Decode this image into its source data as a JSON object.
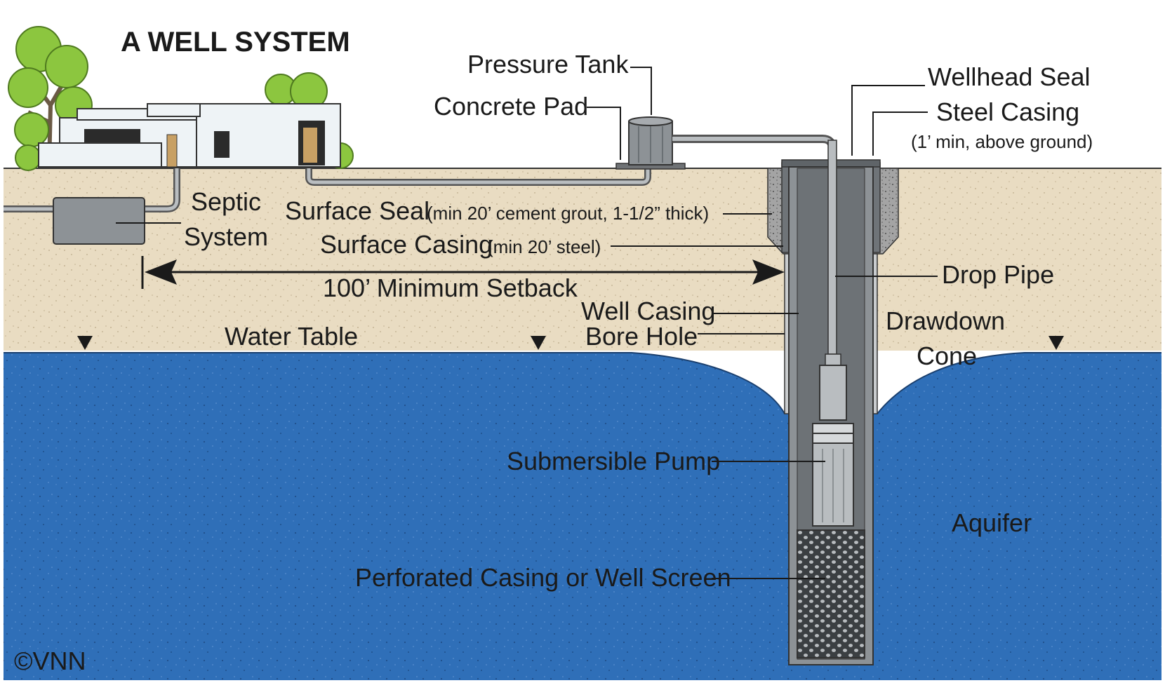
{
  "title": "A WELL SYSTEM",
  "labels": {
    "pressure_tank": "Pressure Tank",
    "concrete_pad": "Concrete Pad",
    "wellhead_seal": "Wellhead Seal",
    "steel_casing": "Steel Casing",
    "steel_casing_note": "(1’ min, above ground)",
    "septic_line1": "Septic",
    "septic_line2": "System",
    "surface_seal": "Surface Seal",
    "surface_seal_note": "(min 20’ cement grout, 1-1/2” thick)",
    "surface_casing": "Surface Casing",
    "surface_casing_note": "(min 20’ steel)",
    "setback": "100’ Minimum Setback",
    "drop_pipe": "Drop Pipe",
    "well_casing": "Well Casing",
    "bore_hole": "Bore Hole",
    "drawdown_line1": "Drawdown",
    "drawdown_line2": "Cone",
    "water_table": "Water Table",
    "submersible_pump": "Submersible Pump",
    "aquifer": "Aquifer",
    "screen": "Perforated Casing or Well Screen",
    "copyright": "©VNN"
  },
  "colors": {
    "soil": "#e9dcc2",
    "aquifer": "#2f6fb8",
    "casing_gray": "#8d9296",
    "dark_gray": "#5f6468",
    "grout": "#9a9a9a",
    "tree": "#8cc63f",
    "house": "#eef3f6"
  }
}
